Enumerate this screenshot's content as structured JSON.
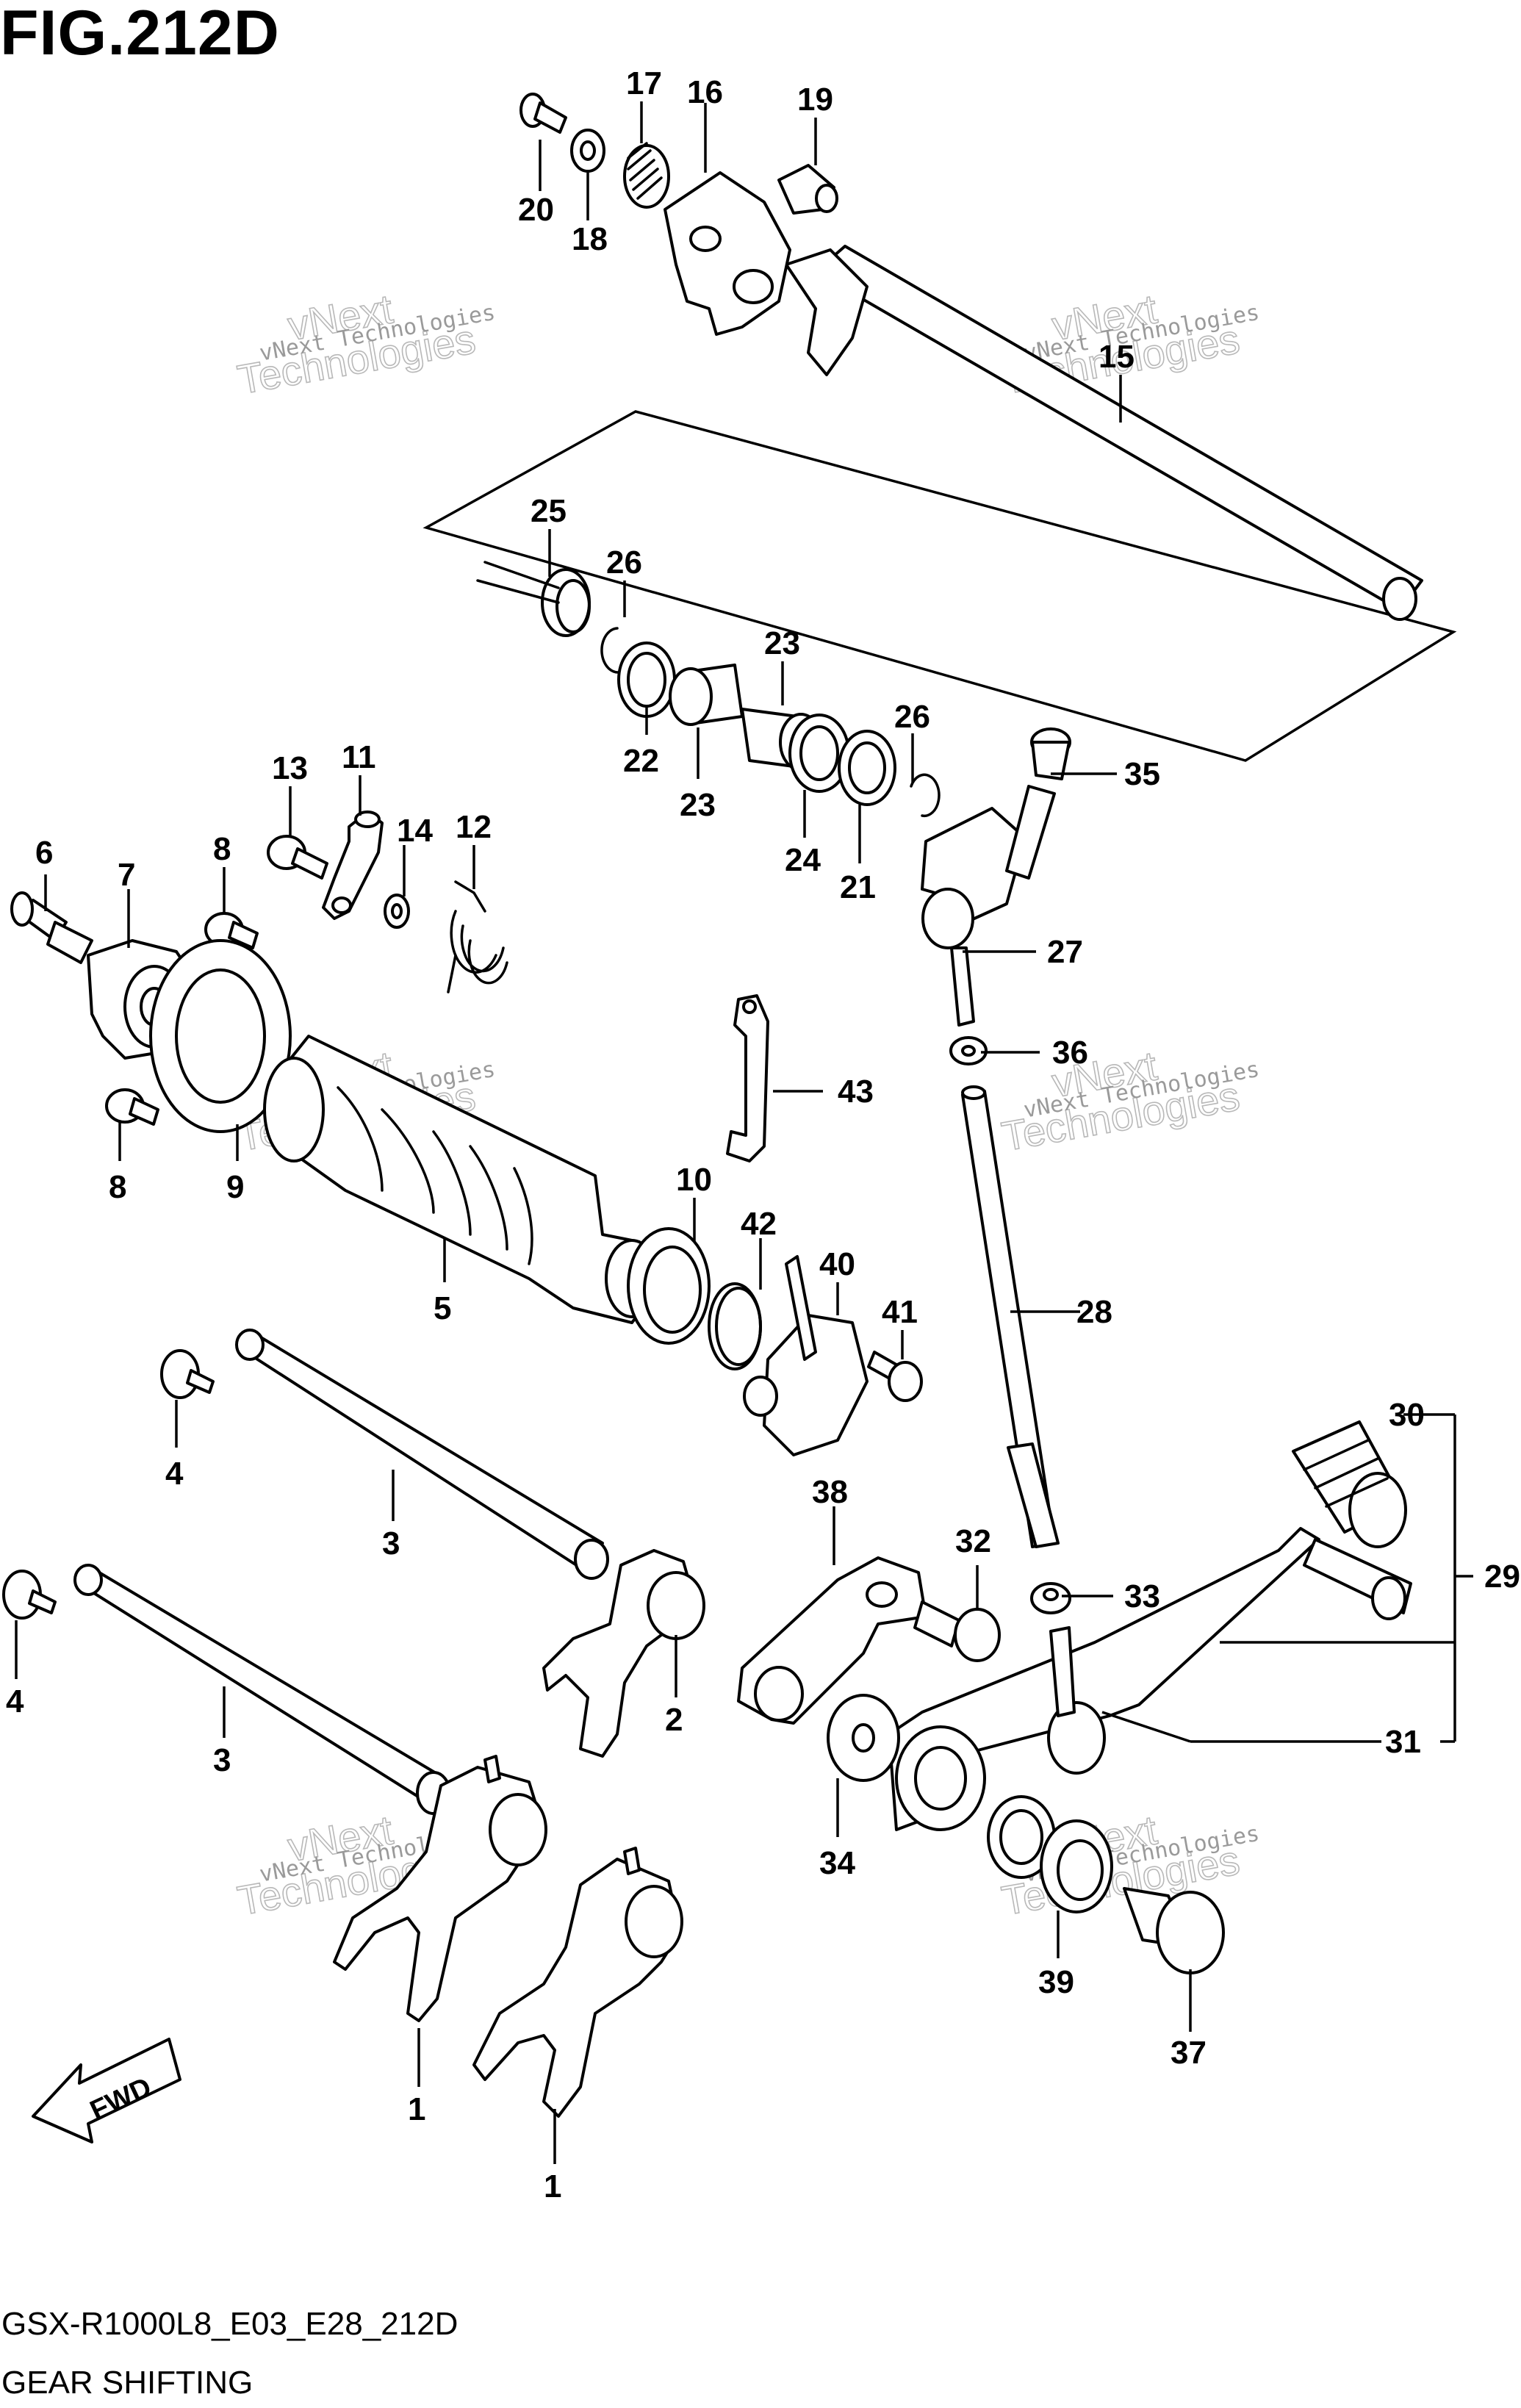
{
  "title": "FIG.212D",
  "footer": {
    "code": "GSX-R1000L8_E03_E28_212D",
    "name": "GEAR SHIFTING"
  },
  "watermark": {
    "small": "vNext Technologies",
    "big_line1": "vNext",
    "big_line2": "Technologies"
  },
  "fwd_label": "FWD",
  "callouts": [
    "1",
    "1",
    "2",
    "3",
    "3",
    "4",
    "4",
    "5",
    "6",
    "7",
    "8",
    "8",
    "9",
    "10",
    "11",
    "12",
    "13",
    "14",
    "15",
    "16",
    "17",
    "18",
    "19",
    "20",
    "21",
    "22",
    "23",
    "23",
    "24",
    "25",
    "26",
    "26",
    "27",
    "28",
    "29",
    "30",
    "31",
    "32",
    "33",
    "34",
    "35",
    "36",
    "37",
    "38",
    "39",
    "40",
    "41",
    "42",
    "43"
  ]
}
